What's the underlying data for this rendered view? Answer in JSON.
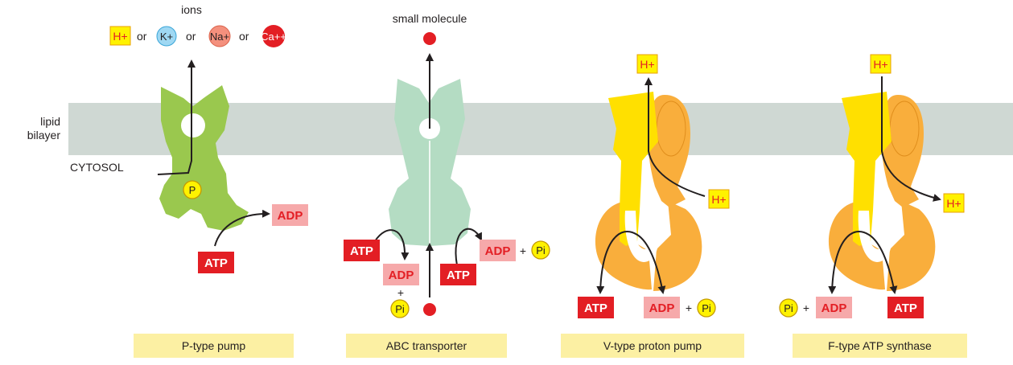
{
  "labels": {
    "membrane": "lipid bilayer",
    "membrane_line1": "lipid",
    "membrane_line2": "bilayer",
    "cytosol": "CYTOSOL",
    "ions": "ions",
    "small_molecule": "small molecule",
    "or": "or",
    "plus": "+"
  },
  "ions": {
    "h": "H+",
    "k": "K+",
    "na": "Na+",
    "ca": "Ca++"
  },
  "molecules": {
    "atp": "ATP",
    "adp": "ADP",
    "pi": "Pi",
    "p": "P",
    "h_plus": "H+"
  },
  "panels": [
    {
      "caption": "P-type pump"
    },
    {
      "caption": "ABC transporter"
    },
    {
      "caption": "V-type proton pump"
    },
    {
      "caption": "F-type ATP synthase"
    }
  ],
  "colors": {
    "membrane": "#cfd8d3",
    "p_type_protein": "#9ac84e",
    "abc_protein": "#b4dcc3",
    "rotor_yellow": "#ffe000",
    "stator_orange": "#f9ae3c",
    "atp_red": "#e31e24",
    "adp_pink": "#f6a9aa",
    "caption_bg": "#fcf0a3",
    "h_box": "#fff200",
    "k_circle": "#9fd8f3",
    "na_circle": "#f4907d",
    "ca_circle": "#e31e24"
  }
}
